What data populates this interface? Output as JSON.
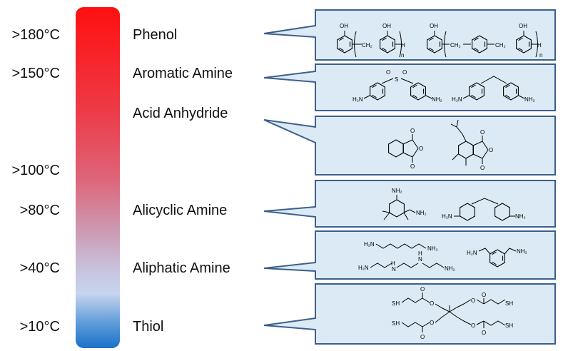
{
  "temperatures": [
    ">180°C",
    ">150°C",
    ">100°C",
    ">80°C",
    ">40°C",
    ">10°C"
  ],
  "hardeners": [
    "Phenol",
    "Aromatic Amine",
    "Acid Anhydride",
    "Alicyclic Amine",
    "Aliphatic Amine",
    "Thiol"
  ],
  "structure_labels": {
    "oh": "OH",
    "ch2": "CH₂",
    "h": "H",
    "n": "n",
    "s": "S",
    "o": "O",
    "h2n": "H₂N",
    "nh2": "NH₂",
    "nh": "N",
    "h_on_n": "H",
    "sh": "SH"
  },
  "colors": {
    "box_fill": "#dbeaf4",
    "box_stroke": "#3d5f8c",
    "bar_top": "#ff1010",
    "bar_bottom": "#1a72c8"
  }
}
